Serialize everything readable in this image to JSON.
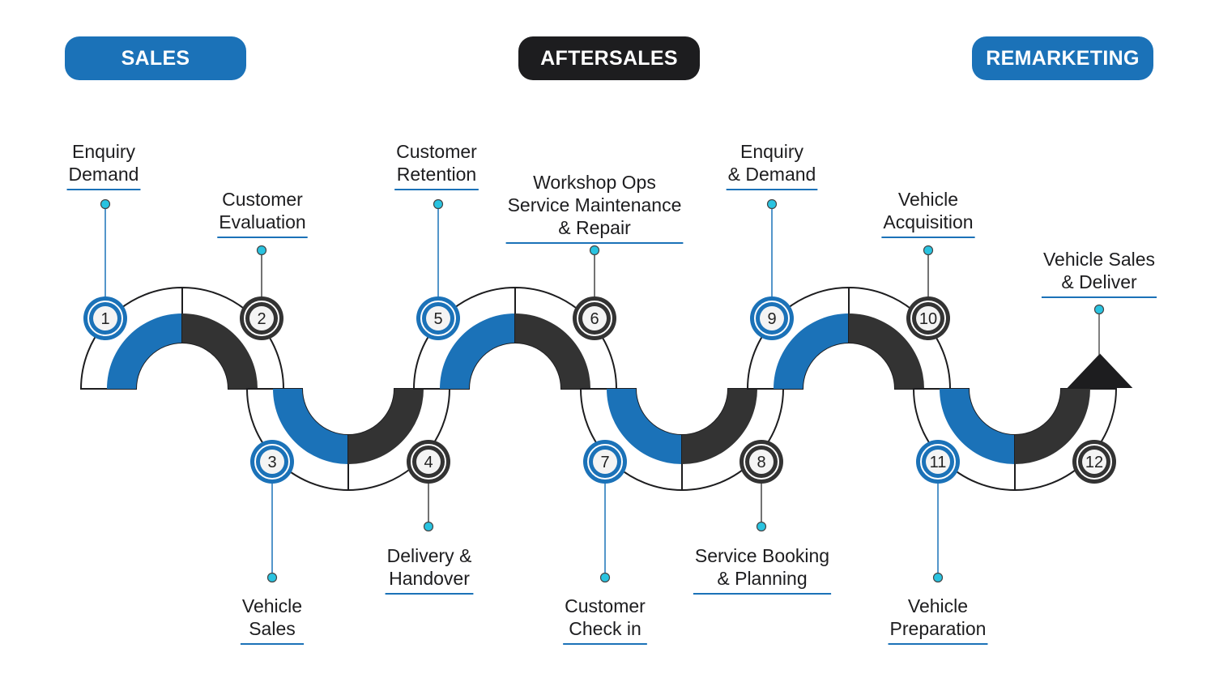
{
  "headers": {
    "sales": "SALES",
    "aftersales": "AFTERSALES",
    "remarketing": "REMARKETING"
  },
  "colors": {
    "blue": "#1b72b8",
    "dark": "#333333",
    "cyan": "#29c3e0",
    "outline": "#1d1d1f"
  },
  "steps": [
    {
      "number": "1",
      "lines": [
        "Enquiry",
        "Demand"
      ]
    },
    {
      "number": "2",
      "lines": [
        "Customer",
        "Evaluation"
      ]
    },
    {
      "number": "3",
      "lines": [
        "Vehicle",
        "Sales"
      ]
    },
    {
      "number": "4",
      "lines": [
        "Delivery &",
        "Handover"
      ]
    },
    {
      "number": "5",
      "lines": [
        "Customer",
        "Retention"
      ]
    },
    {
      "number": "6",
      "lines": [
        "Workshop Ops",
        "Service Maintenance",
        "& Repair"
      ]
    },
    {
      "number": "7",
      "lines": [
        "Customer",
        "Check in"
      ]
    },
    {
      "number": "8",
      "lines": [
        "Service Booking",
        "& Planning"
      ]
    },
    {
      "number": "9",
      "lines": [
        "Enquiry",
        "& Demand"
      ]
    },
    {
      "number": "10",
      "lines": [
        "Vehicle",
        "Acquisition"
      ]
    },
    {
      "number": "11",
      "lines": [
        "Vehicle",
        "Preparation"
      ]
    },
    {
      "number": "12",
      "lines": [
        "Vehicle Sales",
        "& Deliver"
      ]
    }
  ]
}
